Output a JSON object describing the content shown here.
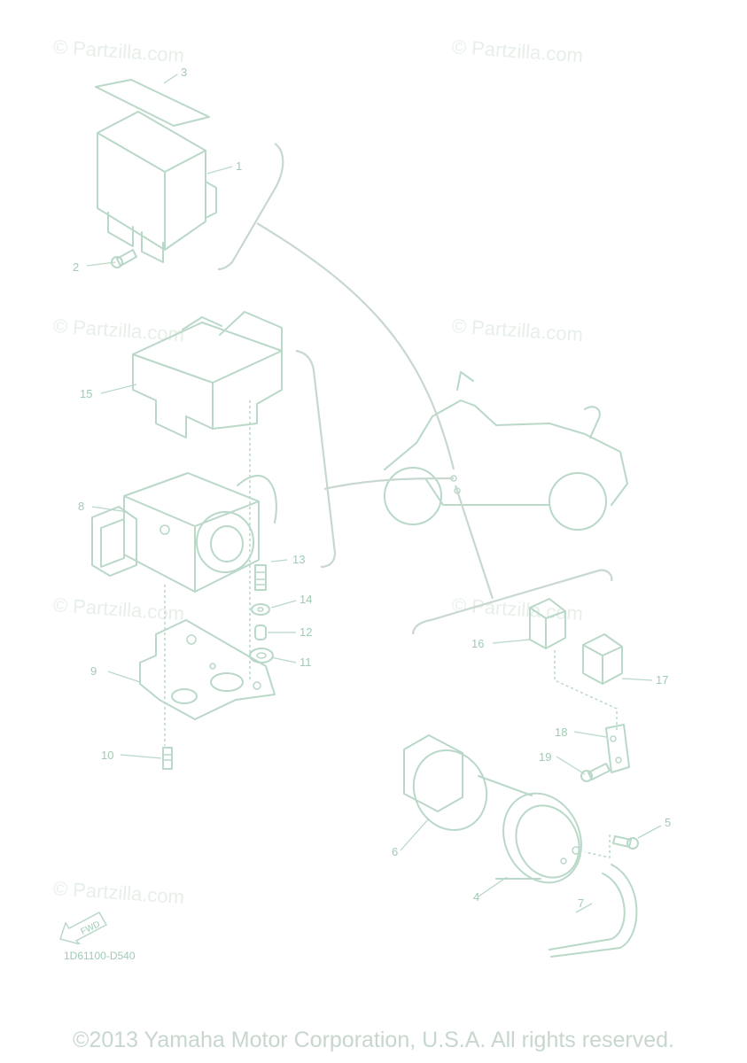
{
  "watermarks": [
    "© Partzilla.com",
    "© Partzilla.com",
    "© Partzilla.com",
    "© Partzilla.com",
    "© Partzilla.com",
    "© Partzilla.com",
    "© Partzilla.com"
  ],
  "callouts": {
    "c1": "1",
    "c2": "2",
    "c3": "3",
    "c4": "4",
    "c5": "5",
    "c6": "6",
    "c7": "7",
    "c8": "8",
    "c9": "9",
    "c10": "10",
    "c11": "11",
    "c12": "12",
    "c13": "13",
    "c14": "14",
    "c15": "15",
    "c16": "16",
    "c17": "17",
    "c18": "18",
    "c19": "19"
  },
  "fwd_label": "FWD",
  "diagram_code": "1D61100-D540",
  "copyright": "©2013 Yamaha Motor Corporation, U.S.A. All rights reserved."
}
